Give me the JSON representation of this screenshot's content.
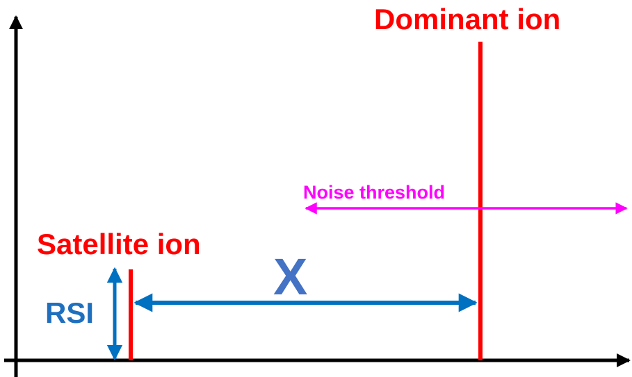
{
  "labels": {
    "dominant_ion": "Dominant ion",
    "satellite_ion": "Satellite ion",
    "noise_threshold": "Noise threshold",
    "rsi": "RSI",
    "x": "X"
  },
  "colors": {
    "axis": "#000000",
    "ion_line": "#ff0000",
    "ion_label": "#ff0000",
    "measure_arrow": "#0070c0",
    "rsi_label": "#1f6fbf",
    "x_label": "#4472c4",
    "noise": "#ff00ff"
  }
}
